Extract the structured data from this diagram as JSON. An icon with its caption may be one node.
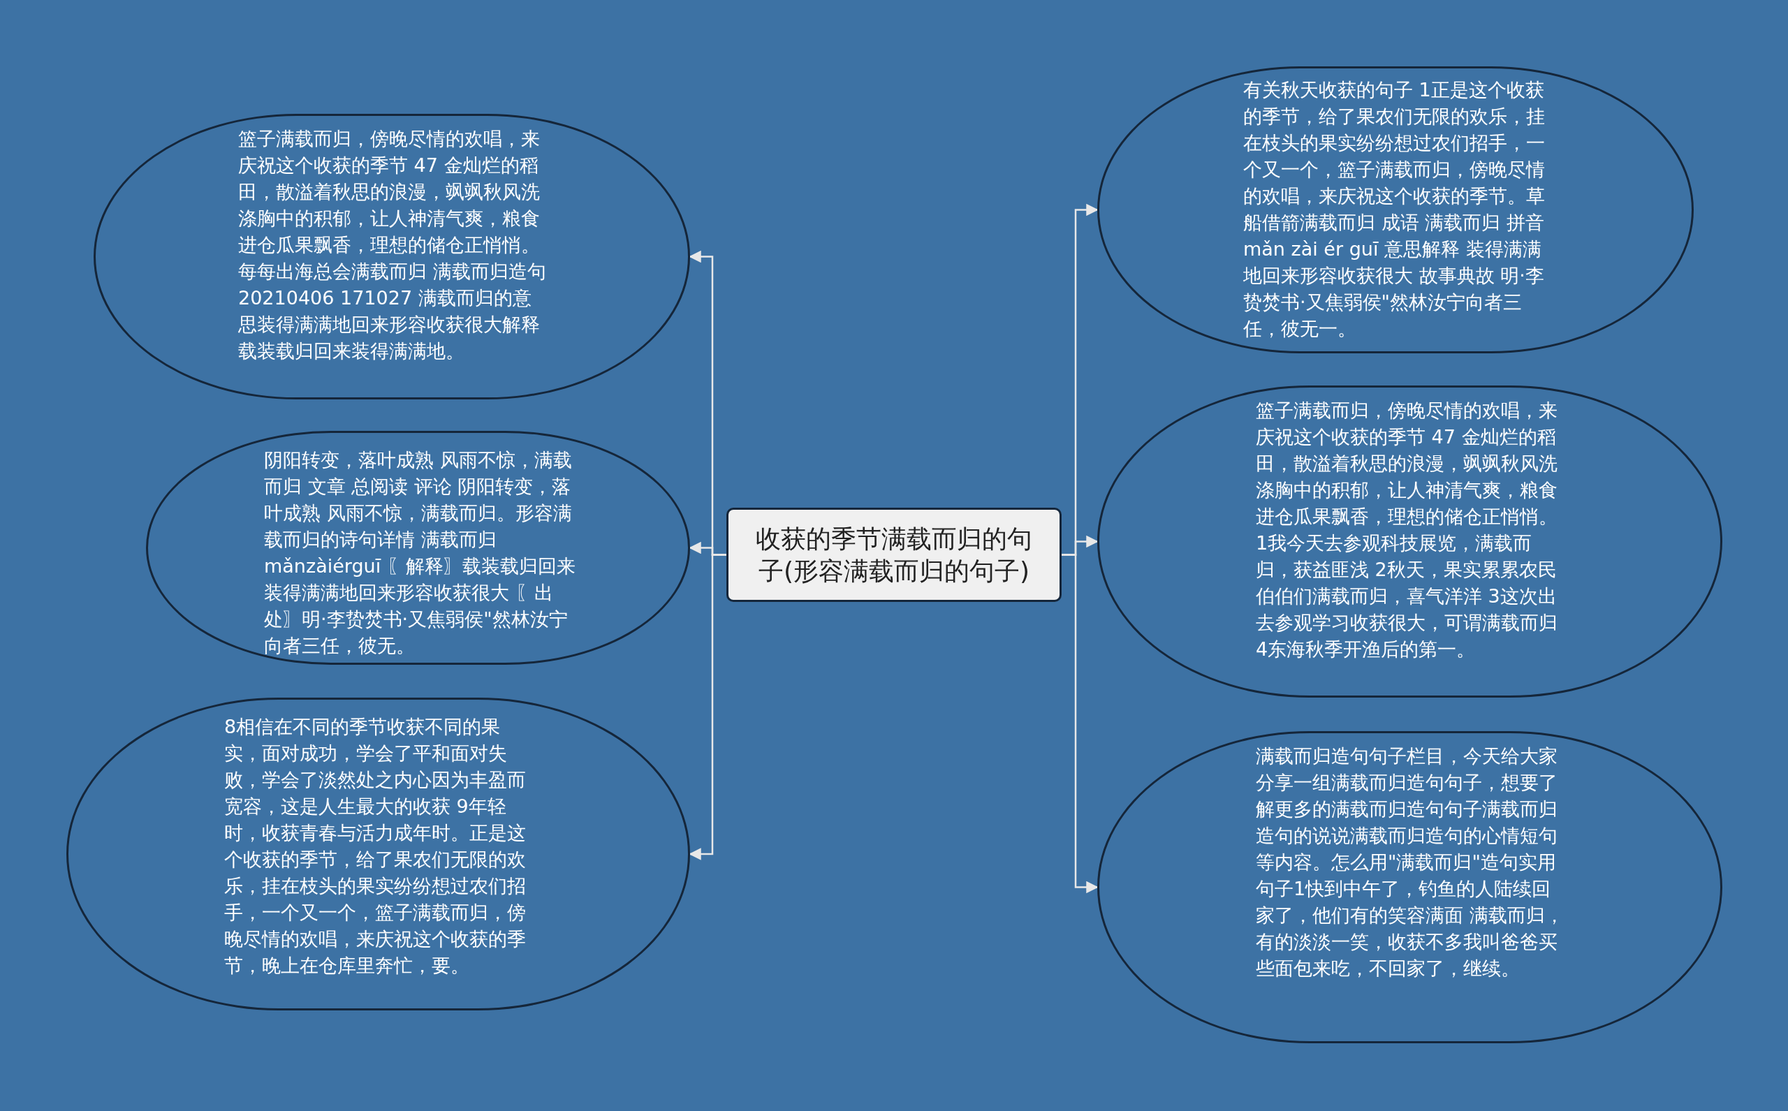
{
  "diagram": {
    "nodes": [
      {
        "text": [
          "收获的季节满载而归的句子(形容满载而归的句子)"
        ]
      },
      {
        "text": [
          "有关秋天收获的句子 1正是这个收获的季节，给了果农们无限的欢乐，挂在枝头的果实纷纷想过农们招手，一个又一个，篮子满载而归，傍晚尽情的欢唱，来庆祝这个收获的季节。草船借箭满载而归 成语 满载而归 拼音 mǎn zài ér guī 意思解释 装得满满地回来形容收获很大 故事典故 明·李贽焚书·又焦弱侯\"然林汝宁向者三任，彼无一。"
        ]
      },
      {
        "text": [
          "篮子满载而归，傍晚尽情的欢唱，来庆祝这个收获的季节 47 金灿烂的稻田，散溢着秋思的浪漫，飒飒秋风洗涤胸中的积郁，让人神清气爽，粮食进仓瓜果飘香，理想的储仓正悄悄。1我今天去参观科技展览，满载而归，获益匪浅 2秋天，果实累累农民伯伯们满载而归，喜气洋洋 3这次出去参观学习收获很大，可谓满载而归 4东海秋季开渔后的第一。"
        ]
      },
      {
        "text": [
          "满载而归造句句子栏目，今天给大家分享一组满载而归造句句子，想要了解更多的满载而归造句句子满载而归造句的说说满载而归造句的心情短句等内容。怎么用\"满载而归\"造句实用句子1快到中午了，钓鱼的人陆续回家了，他们有的笑容满面 满载而归，有的淡淡一笑，收获不多我叫爸爸买些面包来吃，不回家了，继续。"
        ]
      },
      {
        "text": [
          "篮子满载而归，傍晚尽情的欢唱，来庆祝这个收获的季节 47 金灿烂的稻田，散溢着秋思的浪漫，飒飒秋风洗涤胸中的积郁，让人神清气爽，粮食进仓瓜果飘香，理想的储仓正悄悄。每每出海总会满载而归 满载而归造句 20210406 171027 满载而归的意思装得满满地回来形容收获很大解释载装载归回来装得满满地。"
        ]
      },
      {
        "text": [
          "阴阳转变，落叶成熟 风雨不惊，满载而归 文章 总阅读 评论 阴阳转变，落叶成熟 风雨不惊，满载而归。形容满载而归的诗句详情 满载而归 mǎnzàiérguī 〖解释〗载装载归回来装得满满地回来形容收获很大 〖出处〗明·李贽焚书·又焦弱侯\"然林汝宁向者三任，彼无。"
        ]
      },
      {
        "text": [
          "8相信在不同的季节收获不同的果实，面对成功，学会了平和面对失败，学会了淡然处之内心因为丰盈而宽容，这是人生最大的收获 9年轻时，收获青春与活力成年时。正是这个收获的季节，给了果农们无限的欢乐，挂在枝头的果实纷纷想过农们招手，一个又一个，篮子满载而归，傍晚尽情的欢唱，来庆祝这个收获的季节，晚上在仓库里奔忙，要。"
        ]
      }
    ],
    "edges": [
      {
        "from": 0,
        "to": 1,
        "arrow": "to"
      },
      {
        "from": 0,
        "to": 2,
        "arrow": "to"
      },
      {
        "from": 0,
        "to": 3,
        "arrow": "to"
      },
      {
        "from": 0,
        "to": 4,
        "arrow": "to"
      },
      {
        "from": 0,
        "to": 5,
        "arrow": "to"
      },
      {
        "from": 0,
        "to": 6,
        "arrow": "to"
      }
    ]
  }
}
